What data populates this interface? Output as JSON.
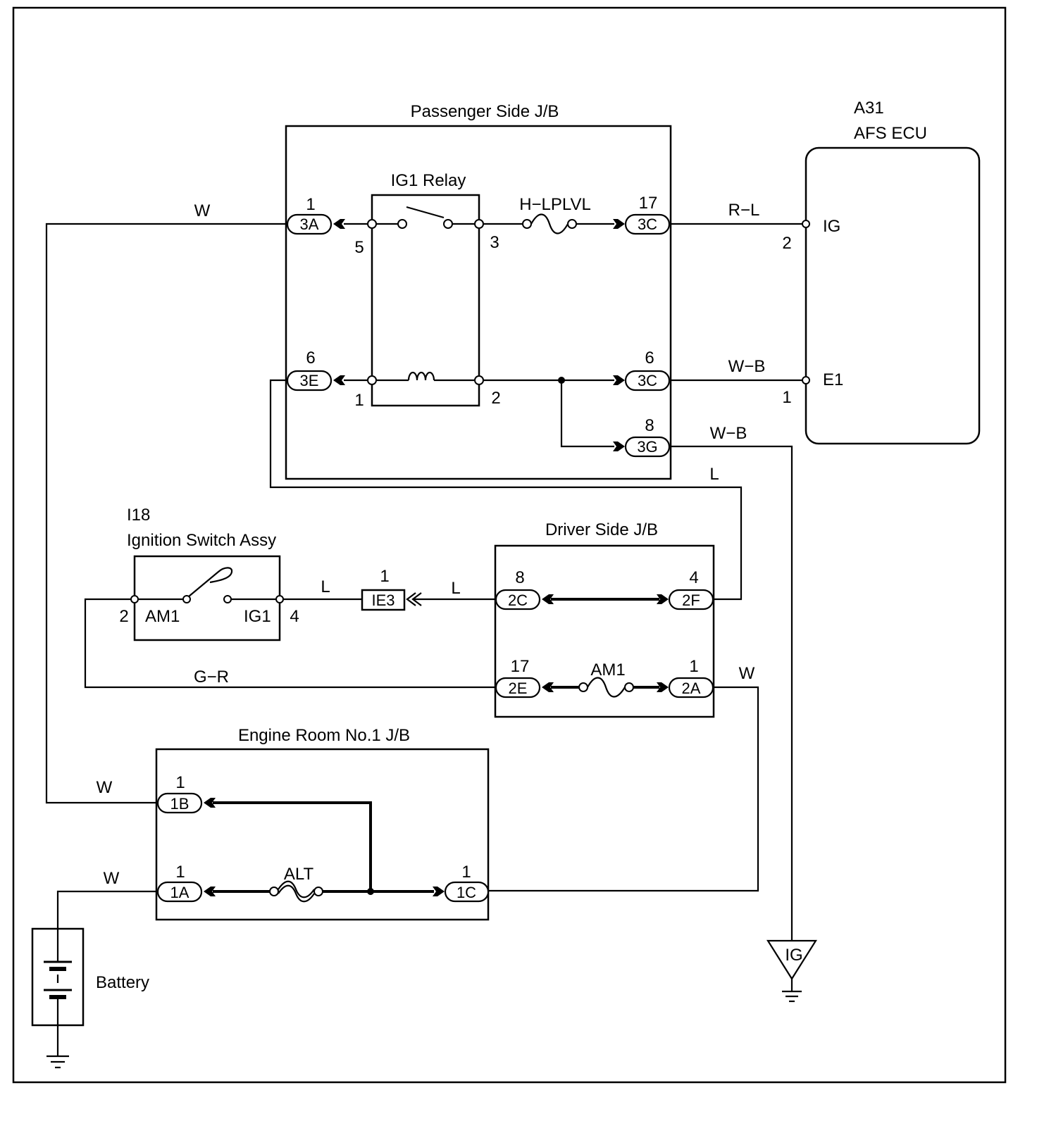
{
  "colors": {
    "line": "#000000",
    "background": "#ffffff"
  },
  "passenger_jb": {
    "title": "Passenger Side J/B",
    "conn_3a": {
      "id": "3A",
      "pin": "1"
    },
    "conn_3c_ig": {
      "id": "3C",
      "pin": "17"
    },
    "conn_3e": {
      "id": "3E",
      "pin": "6"
    },
    "conn_3c_e1": {
      "id": "3C",
      "pin": "6"
    },
    "conn_3g": {
      "id": "3G",
      "pin": "8"
    },
    "ig1_relay": {
      "label": "IG1 Relay",
      "pin_5": "5",
      "pin_3": "3",
      "pin_1": "1",
      "pin_2": "2"
    },
    "fuse_h_lplvl": "H−LPLVL"
  },
  "afs_ecu": {
    "code": "A31",
    "name": "AFS ECU",
    "ig": {
      "terminal": "IG",
      "pin": "2"
    },
    "e1": {
      "terminal": "E1",
      "pin": "1"
    }
  },
  "ignition_switch": {
    "code": "I18",
    "name": "Ignition Switch Assy",
    "am1": {
      "label": "AM1",
      "pin": "2"
    },
    "ig1": {
      "label": "IG1",
      "pin": "4"
    }
  },
  "junction_ie3": {
    "id": "IE3",
    "pin": "1"
  },
  "driver_jb": {
    "title": "Driver Side J/B",
    "conn_2c": {
      "id": "2C",
      "pin": "8"
    },
    "conn_2f": {
      "id": "2F",
      "pin": "4"
    },
    "conn_2e": {
      "id": "2E",
      "pin": "17"
    },
    "conn_2a": {
      "id": "2A",
      "pin": "1"
    },
    "fuse_am1": "AM1"
  },
  "engine_room_jb": {
    "title": "Engine Room No.1 J/B",
    "conn_1b": {
      "id": "1B",
      "pin": "1"
    },
    "conn_1a": {
      "id": "1A",
      "pin": "1"
    },
    "conn_1c": {
      "id": "1C",
      "pin": "1"
    },
    "fuse_alt": "ALT"
  },
  "battery": {
    "label": "Battery"
  },
  "ground_ig": {
    "label": "IG"
  },
  "wire_colors": {
    "to_3a": "W",
    "to_ig": "R−L",
    "to_e1": "W−B",
    "to_ground_ig": "W−B",
    "from_3e": "L",
    "ig1_to_ie3": "L",
    "ie3_to_2c": "L",
    "am1_to_2e": "G−R",
    "from_2a": "W",
    "to_1b": "W",
    "battery_to_1a": "W"
  }
}
